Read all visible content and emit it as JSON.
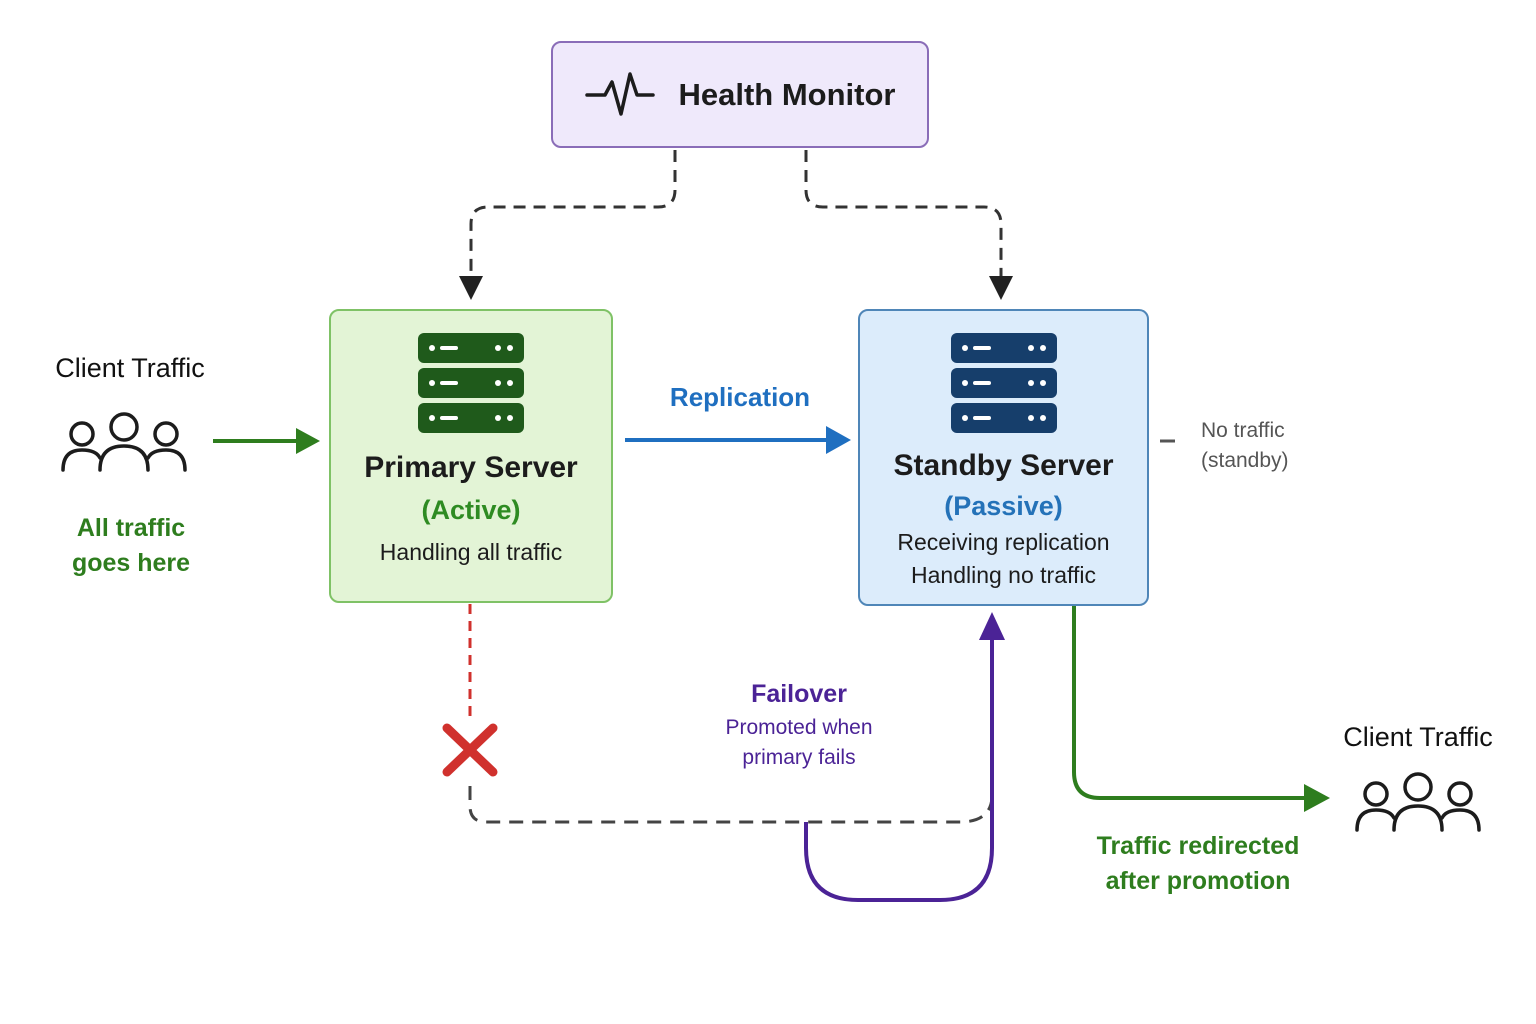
{
  "health_monitor": {
    "title": "Health Monitor",
    "icon": "heartbeat-icon"
  },
  "primary_server": {
    "name": "Primary Server",
    "role": "(Active)",
    "description": "Handling all traffic",
    "icon": "server-rack-icon",
    "color": "#7fc266"
  },
  "standby_server": {
    "name": "Standby Server",
    "role": "(Passive)",
    "description_line1": "Receiving replication",
    "description_line2": "Handling no traffic",
    "icon": "server-rack-icon",
    "color": "#4f86b8"
  },
  "client_left": {
    "title": "Client Traffic",
    "note_line1": "All traffic",
    "note_line2": "goes here",
    "icon": "users-icon"
  },
  "client_right": {
    "title": "Client Traffic",
    "note_line1": "Traffic redirected",
    "note_line2": "after promotion",
    "icon": "users-icon"
  },
  "replication": {
    "label": "Replication"
  },
  "standby_note": {
    "line1": "No traffic",
    "line2": "(standby)"
  },
  "failover": {
    "title": "Failover",
    "sub_line1": "Promoted when",
    "sub_line2": "primary fails"
  },
  "failure_marker": {
    "icon": "cross-icon"
  },
  "colors": {
    "traffic": "#2e7d1e",
    "replication": "#1f6fc0",
    "failover": "#4b2396",
    "failure": "#d0312d",
    "monitor_link": "#333333"
  }
}
